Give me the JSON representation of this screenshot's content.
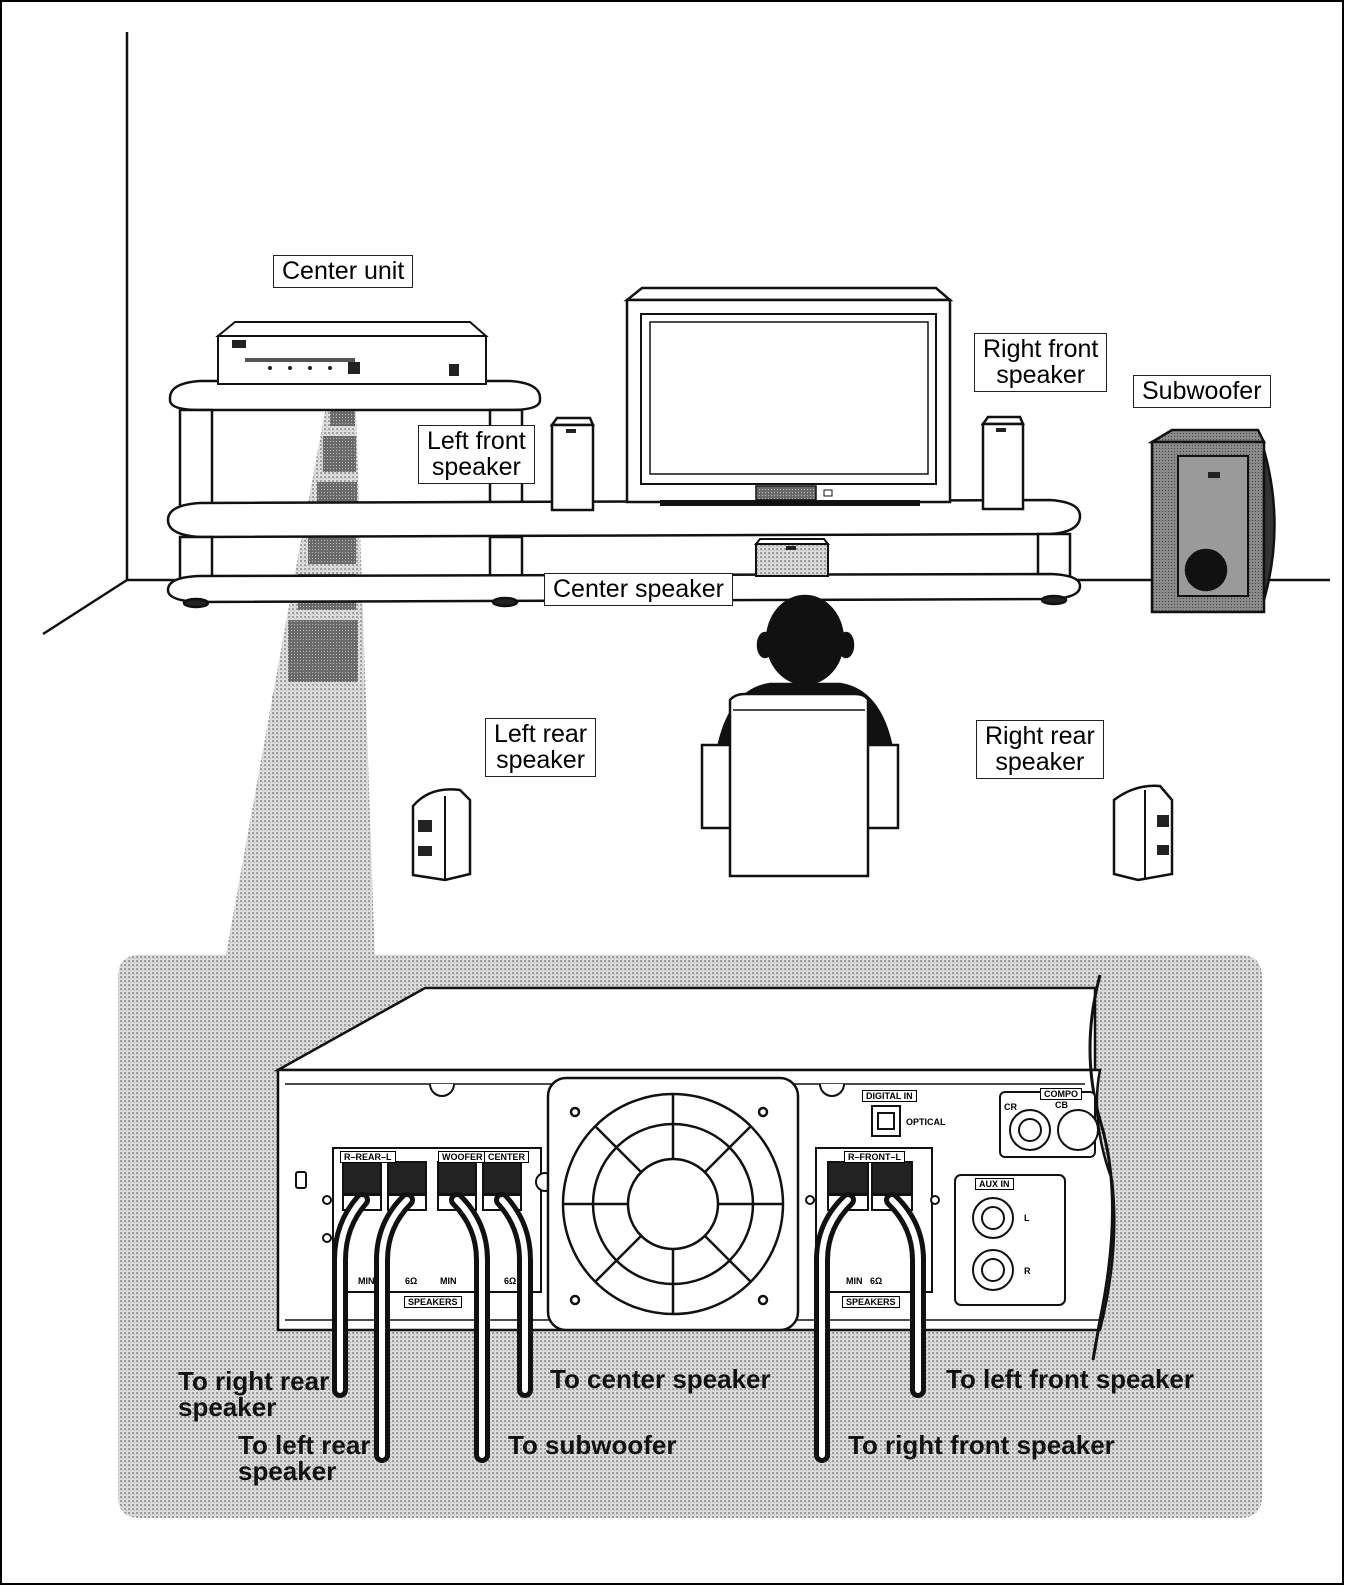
{
  "labels": {
    "center_unit": "Center unit",
    "right_front_speaker": [
      "Right front",
      "speaker"
    ],
    "subwoofer": "Subwoofer",
    "left_front_speaker": [
      "Left front",
      "speaker"
    ],
    "center_speaker": "Center speaker",
    "left_rear_speaker": [
      "Left rear",
      "speaker"
    ],
    "right_rear_speaker": [
      "Right rear",
      "speaker"
    ]
  },
  "connections": {
    "to_right_rear": [
      "To right rear",
      "speaker"
    ],
    "to_left_rear": [
      "To left rear",
      "speaker"
    ],
    "to_center": "To center speaker",
    "to_subwoofer": "To subwoofer",
    "to_left_front": "To left front speaker",
    "to_right_front": "To right front speaker"
  },
  "panel_labels": {
    "rear_l_group": "R–REAR–L",
    "woofer": "WOOFER",
    "center": "CENTER",
    "front_group": "R–FRONT–L",
    "digital_in": "DIGITAL IN",
    "optical": "OPTICAL",
    "aux_in": "AUX IN",
    "aux_l": "L",
    "aux_r": "R",
    "component": "COMPO",
    "cr": "CR",
    "cb": "CB",
    "min": "MIN",
    "ohm": "6Ω",
    "speakers": "SPEAKERS"
  },
  "colors": {
    "ink": "#111111",
    "dither_gray": "#c9c9c9",
    "dark_gray": "#555555",
    "beam_dark": "#3a3a3a"
  }
}
